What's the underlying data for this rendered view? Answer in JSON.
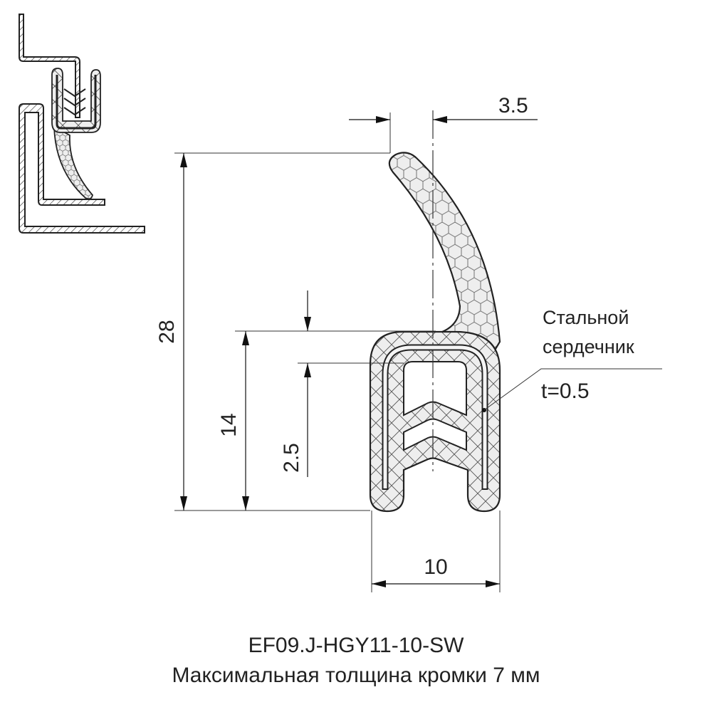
{
  "dimensions": {
    "lip_offset": "3.5",
    "total_height": "28",
    "base_height": "14",
    "gap": "2.5",
    "width": "10"
  },
  "core_label": {
    "line1": "Стальной",
    "line2": "сердечник",
    "thickness": "t=0.5"
  },
  "caption": {
    "part_number": "EF09.J-HGY11-10-SW",
    "description": "Максимальная толщина кромки 7 мм"
  },
  "colors": {
    "line": "#222222",
    "fill": "#eeeeee"
  }
}
